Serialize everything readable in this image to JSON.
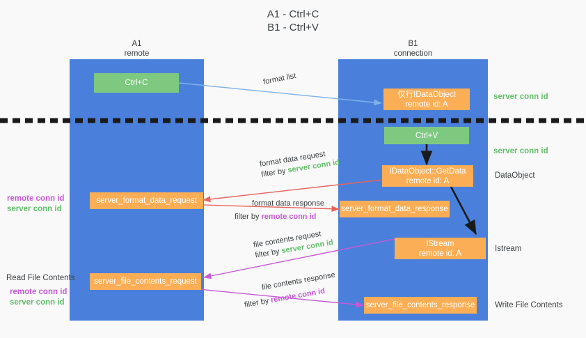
{
  "title": {
    "line1": "A1 - Ctrl+C",
    "line2": "B1 - Ctrl+V"
  },
  "lanes": [
    {
      "name": "A1",
      "sub": "remote"
    },
    {
      "name": "B1",
      "sub": "connection"
    }
  ],
  "nodes": {
    "ctrl_c": {
      "label": "Ctrl+C"
    },
    "data_object_create": {
      "line1": "仅行IDataObject",
      "line2": "remote id: A"
    },
    "ctrl_v": {
      "label": "Ctrl+V"
    },
    "get_data": {
      "line1": "IDataObject::GetData",
      "line2": "remote id: A"
    },
    "istream": {
      "line1": "IStream",
      "line2": "remote id: A"
    },
    "server_format_data_request": {
      "label": "server_format_data_request"
    },
    "server_format_data_response": {
      "label": "server_format_data_response"
    },
    "server_file_contents_request": {
      "label": "server_file_contents_request"
    },
    "server_file_contents_response": {
      "label": "server_file_contents_response"
    }
  },
  "edges": {
    "format_list": {
      "label": "format list"
    },
    "format_data_request": {
      "label": "format data request",
      "filter_prefix": "filter by ",
      "filter_id": "server conn id"
    },
    "format_data_response": {
      "label": "format data response",
      "filter_prefix": "filter by ",
      "filter_id": "remote conn id"
    },
    "file_contents_request": {
      "label": "file contents request",
      "filter_prefix": "filter by ",
      "filter_id": "server conn id"
    },
    "file_contents_response": {
      "label": "file contents response",
      "filter_prefix": "filter by ",
      "filter_id": "remote conn id"
    }
  },
  "right_labels": {
    "server_conn_id_top": "server conn id",
    "server_conn_id_mid": "server conn id",
    "data_object": "DataObject",
    "istream": "Istream",
    "write_file_contents": "Write File Contents"
  },
  "left_labels": {
    "remote_conn_id_upper": "remote conn id",
    "server_conn_id_upper": "server conn id",
    "read_file_contents": "Read File Contents",
    "remote_conn_id_lower": "remote conn id",
    "server_conn_id_lower": "server conn id"
  },
  "colors": {
    "lane": "#4a80db",
    "node_orange": "#fbae55",
    "node_green": "#7dc980",
    "green_id": "#63bf6b",
    "pink_id": "#c759d6",
    "arrow_blue": "#7fb3e8",
    "arrow_red": "#e8625c",
    "arrow_magenta": "#c759d6",
    "arrow_dark": "#1a1a1a",
    "background": "#f9f9f9"
  }
}
